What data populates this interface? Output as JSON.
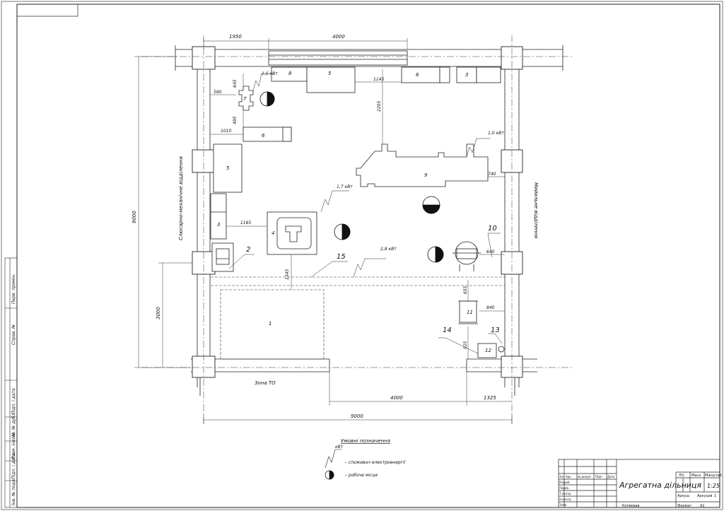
{
  "drawing_title": "Агрегатна дільниця",
  "scale_value": "1:25",
  "dimensions": {
    "top_left": "1950",
    "top_right": "4000",
    "left_total": "9000",
    "left_lower": "3000",
    "bottom_mid": "4000",
    "bottom_right": "1325",
    "bottom_total": "9000",
    "d_645": "645",
    "d_560": "560",
    "d_495": "495",
    "d_1010": "1010",
    "d_1145": "1145",
    "d_2205": "2205",
    "d_1165": "1165",
    "d_1345": "1345",
    "d_740": "740",
    "d_640": "640",
    "d_655": "655",
    "d_840": "840",
    "d_925": "925"
  },
  "power_labels": {
    "p1": "1,5 кВт",
    "p2": "1,7 кВт",
    "p3": "2,8 кВт",
    "p4": "1,0 кВт"
  },
  "equipment": {
    "e1": "1",
    "e2": "2",
    "e3": "3",
    "e3b": "3",
    "e4": "4",
    "e5": "5",
    "e5b": "5",
    "e6": "6",
    "e6b": "6",
    "e7": "7",
    "e8": "8",
    "e9": "9",
    "e10": "10",
    "e11": "11",
    "e12": "12",
    "e13": "13",
    "e14": "14",
    "e15": "15"
  },
  "rooms": {
    "left_wall": "Слюсарно-механічне відділення",
    "right_wall": "Мийильне відділення",
    "bottom_zone": "Зона ТО"
  },
  "legend": {
    "title": "Умовні позначення",
    "item_power": "– споживач електроенергії",
    "item_workplace": "– робоче місце",
    "kw": "кВт"
  },
  "title_block": {
    "h_izm": "Зм.",
    "h_list": "Арк.",
    "h_doc": "№ докум.",
    "h_sign": "Підп.",
    "h_date": "Дата",
    "r_dev": "Розроб.",
    "r_check": "Перев.",
    "r_tcontr": "Т.контр.",
    "r_ncontr": "Н.контр.",
    "r_appr": "Затв.",
    "lit": "Літ.",
    "mass": "Маса",
    "scale": "Масштаб",
    "sheet": "Аркуш",
    "sheets": "Аркушів",
    "sheets_val": "1",
    "copied": "Копіював",
    "format": "Формат",
    "format_val": "А1"
  },
  "side_stamps": {
    "s1": "Перв. примін.",
    "s2": "Справ. №",
    "s3": "Підп. і дата",
    "s4": "Інв. № дубл.",
    "s5": "Взам. інв. №",
    "s6": "Підп. і дата",
    "s7": "Інв. № подл."
  }
}
